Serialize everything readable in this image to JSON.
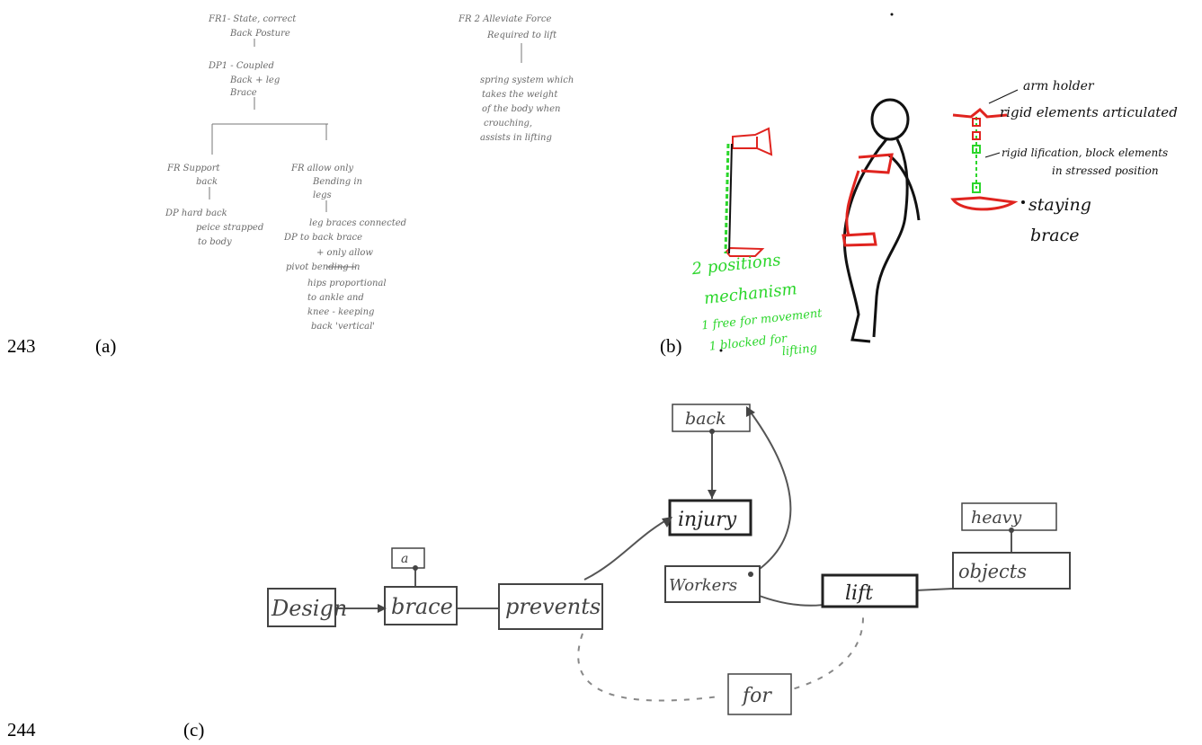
{
  "line_numbers": [
    "243",
    "244"
  ],
  "panels": {
    "a": {
      "caption": "(a)",
      "tree_left": {
        "fr1": [
          "FR1- State, correct",
          "Back Posture"
        ],
        "dp1": [
          "DP1 - Coupled",
          "Back + leg",
          "Brace"
        ],
        "fr_a": [
          "FR  Support",
          "back"
        ],
        "dp_a": [
          "DP  hard back",
          "peice strapped",
          "to body"
        ],
        "fr_b": [
          "FR  allow only",
          "Bending in",
          "legs"
        ],
        "dp_b": [
          "leg braces connected",
          "DP  to back brace",
          "+ only allow",
          "pivot bending in",
          "hips proportional",
          "to ankle and",
          "knee - keeping",
          "back 'vertical'"
        ]
      },
      "tree_right": {
        "fr2": [
          "FR 2  Alleviate Force",
          "Required to lift"
        ],
        "dp2": [
          "spring system which",
          "takes the weight",
          "of the body when",
          "crouching,",
          "assists in lifting"
        ]
      }
    },
    "b": {
      "caption": "(b)",
      "green_notes": [
        "2 positions",
        "mechanism",
        "1 free for movement",
        "1 blocked for",
        "lifting"
      ],
      "right_notes": {
        "arm_holder": "arm holder",
        "rigid_elements": "rigid elements articulated",
        "rigid_rod": [
          "rigid lification, block elements",
          "in stressed position"
        ],
        "staying_brace": [
          "staying",
          "brace"
        ]
      }
    },
    "c": {
      "caption": "(c)",
      "nodes": {
        "design": "Design",
        "brace": "brace",
        "a": "a",
        "prevents": "prevents",
        "injury": "injury",
        "back": "back",
        "workers": "Workers",
        "lift": "lift",
        "heavy": "heavy",
        "objects": "objects",
        "for": "for"
      }
    }
  },
  "colors": {
    "sketch_red": "#e0241f",
    "sketch_green": "#2bd62b",
    "pencil": "#555555",
    "ink": "#111111"
  }
}
